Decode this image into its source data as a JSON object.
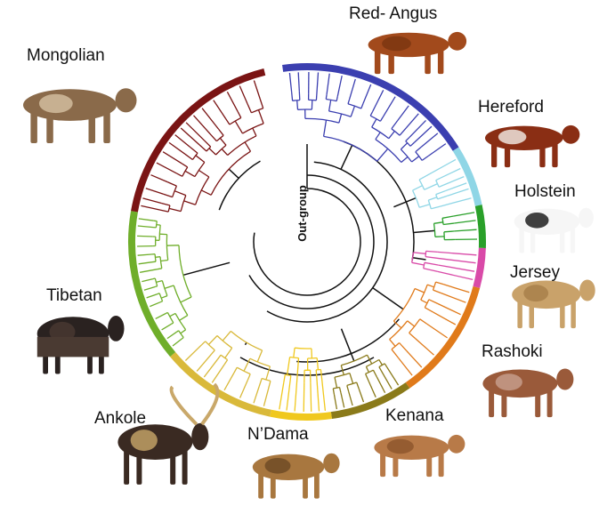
{
  "outgroup_label": "Out-group",
  "clades": [
    {
      "id": "red-angus",
      "name": "Red- Angus",
      "color": "#3b3fb0"
    },
    {
      "id": "hereford",
      "name": "Hereford",
      "color": "#8fd6e6"
    },
    {
      "id": "holstein",
      "name": "Holstein",
      "color": "#2aa02a"
    },
    {
      "id": "jersey",
      "name": "Jersey",
      "color": "#d94aa8"
    },
    {
      "id": "rashoki",
      "name": "Rashoki",
      "color": "#e07a1a"
    },
    {
      "id": "kenana",
      "name": "Kenana",
      "color": "#8a7a1a"
    },
    {
      "id": "ndama",
      "name": "N’Dama",
      "color": "#f0c81e"
    },
    {
      "id": "ankole",
      "name": "Ankole",
      "color": "#d9b93a"
    },
    {
      "id": "tibetan",
      "name": "Tibetan",
      "color": "#6fae2a"
    },
    {
      "id": "mongolian",
      "name": "Mongolian",
      "color": "#7a1414"
    }
  ],
  "images": {
    "red-angus": {
      "body": "#a24a1c",
      "shade": "#7a3410"
    },
    "hereford": {
      "body": "#8a2e14",
      "shade": "#f4efe8"
    },
    "holstein": {
      "body": "#f6f6f6",
      "shade": "#111111"
    },
    "jersey": {
      "body": "#c9a26a",
      "shade": "#a67e48"
    },
    "rashoki": {
      "body": "#9a5a3a",
      "shade": "#c8a090"
    },
    "kenana": {
      "body": "#b87a48",
      "shade": "#8c552c"
    },
    "ndama": {
      "body": "#a8773f",
      "shade": "#6c4824"
    },
    "ankole": {
      "body": "#3a2a22",
      "shade": "#c9a86a"
    },
    "tibetan": {
      "body": "#2a2220",
      "shade": "#4a3a32"
    },
    "mongolian": {
      "body": "#8a6a4a",
      "shade": "#d6c2a2"
    }
  }
}
